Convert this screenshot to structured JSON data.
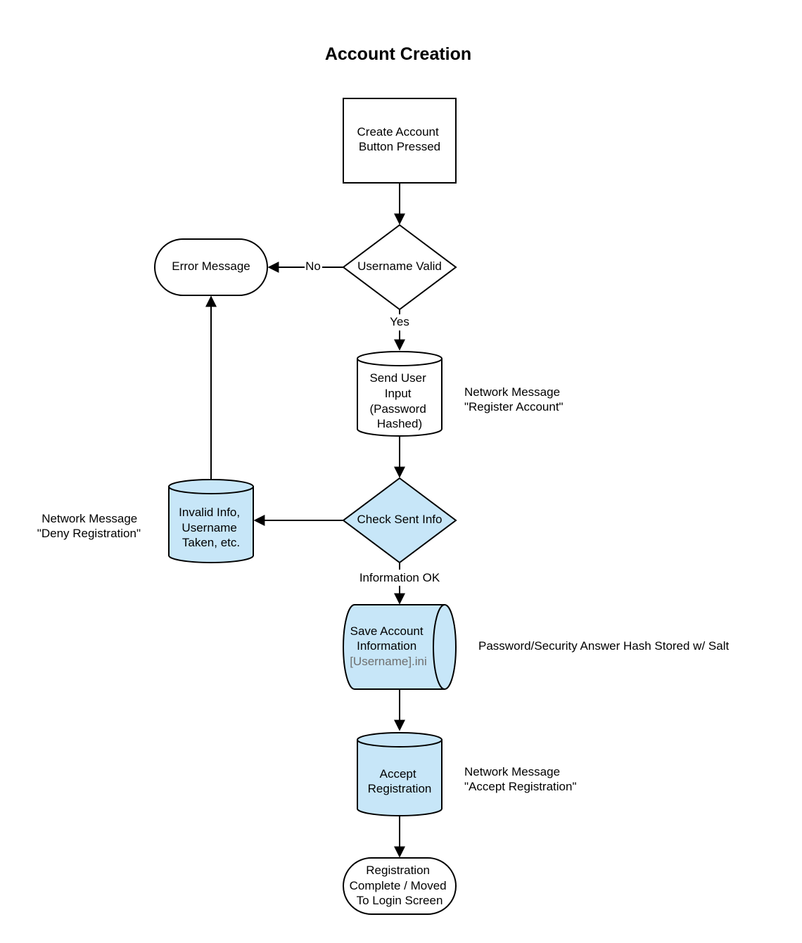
{
  "title": "Account Creation",
  "colors": {
    "fill_light": "#c7e6f8",
    "fill_white": "#ffffff",
    "stroke": "#000000"
  },
  "nodes": {
    "create_account": {
      "lines": [
        "Create Account",
        "Button Pressed"
      ]
    },
    "username_valid": {
      "lines": [
        "Username Valid"
      ]
    },
    "error_message": {
      "lines": [
        "Error Message"
      ]
    },
    "send_user_input": {
      "lines": [
        "Send User",
        "Input",
        "(Password",
        "Hashed)"
      ]
    },
    "check_sent_info": {
      "lines": [
        "Check Sent Info"
      ]
    },
    "invalid_info": {
      "lines": [
        "Invalid Info,",
        "Username",
        "Taken, etc."
      ]
    },
    "save_account": {
      "lines": [
        "Save Account",
        "Information"
      ],
      "sublabel": "[Username].ini"
    },
    "accept_registration": {
      "lines": [
        "Accept",
        "Registration"
      ]
    },
    "registration_complete": {
      "lines": [
        "Registration",
        "Complete / Moved",
        "To Login Screen"
      ]
    }
  },
  "edges": {
    "no_label": "No",
    "yes_label": "Yes",
    "info_ok_label": "Information OK"
  },
  "notes": {
    "register_account": [
      "Network Message",
      "\"Register Account\""
    ],
    "deny_registration": [
      "Network Message",
      "\"Deny Registration\""
    ],
    "hash_stored": [
      "Password/Security Answer Hash Stored w/ Salt"
    ],
    "accept_registration": [
      "Network Message",
      "\"Accept Registration\""
    ]
  }
}
